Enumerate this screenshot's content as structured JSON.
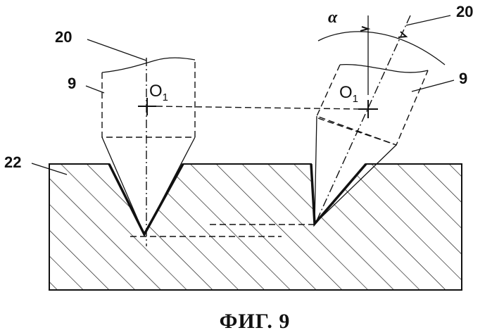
{
  "labels": {
    "axis_left": "20",
    "axis_right": "20",
    "tool_left": "9",
    "tool_right": "9",
    "workpiece": "22",
    "angle": "α",
    "center_left": "O",
    "center_left_sub": "1",
    "center_right": "O",
    "center_right_sub": "1"
  },
  "caption": "ФИГ. 9"
}
